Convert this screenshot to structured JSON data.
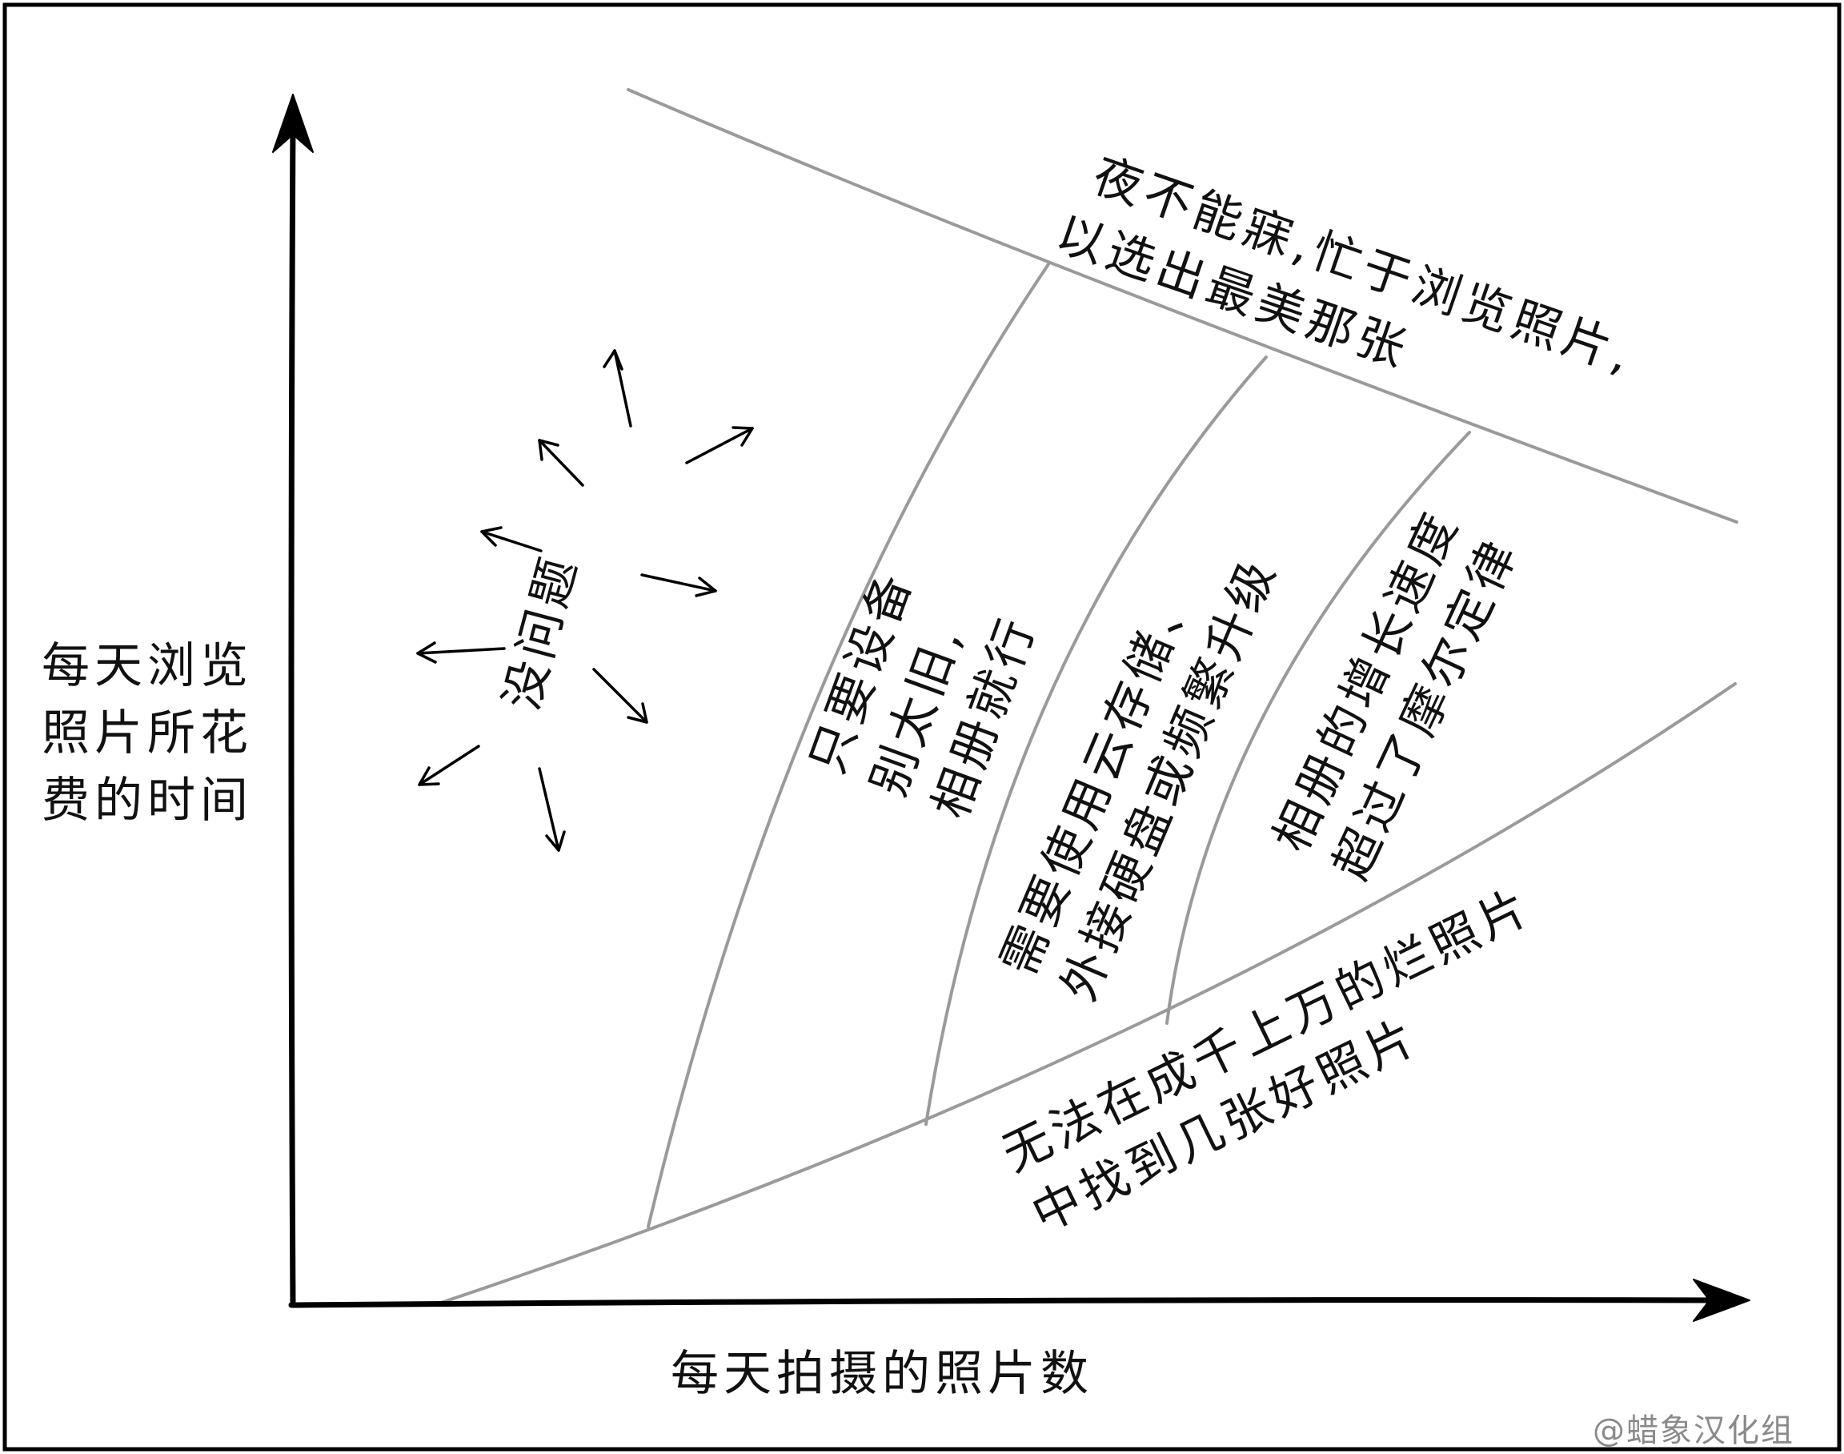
{
  "axes": {
    "y_label_lines": [
      "每天浏览",
      "照片所花",
      "费的时间"
    ],
    "x_label": "每天拍摄的照片数"
  },
  "regions": {
    "no_problem": "没问题",
    "top_lines": [
      "夜不能寐,忙于浏览照片,",
      "以选出最美那张"
    ],
    "old_device_lines": [
      "只要设备",
      "别太旧,",
      "相册就行"
    ],
    "cloud_lines": [
      "需要使用云存储、",
      "外接硬盘或频繁升级"
    ],
    "moore_lines": [
      "相册的增长速度",
      "超过了摩尔定律"
    ],
    "bottom_lines": [
      "无法在成千上万的烂照片",
      "中找到几张好照片"
    ]
  },
  "credit": "@蜡象汉化组"
}
